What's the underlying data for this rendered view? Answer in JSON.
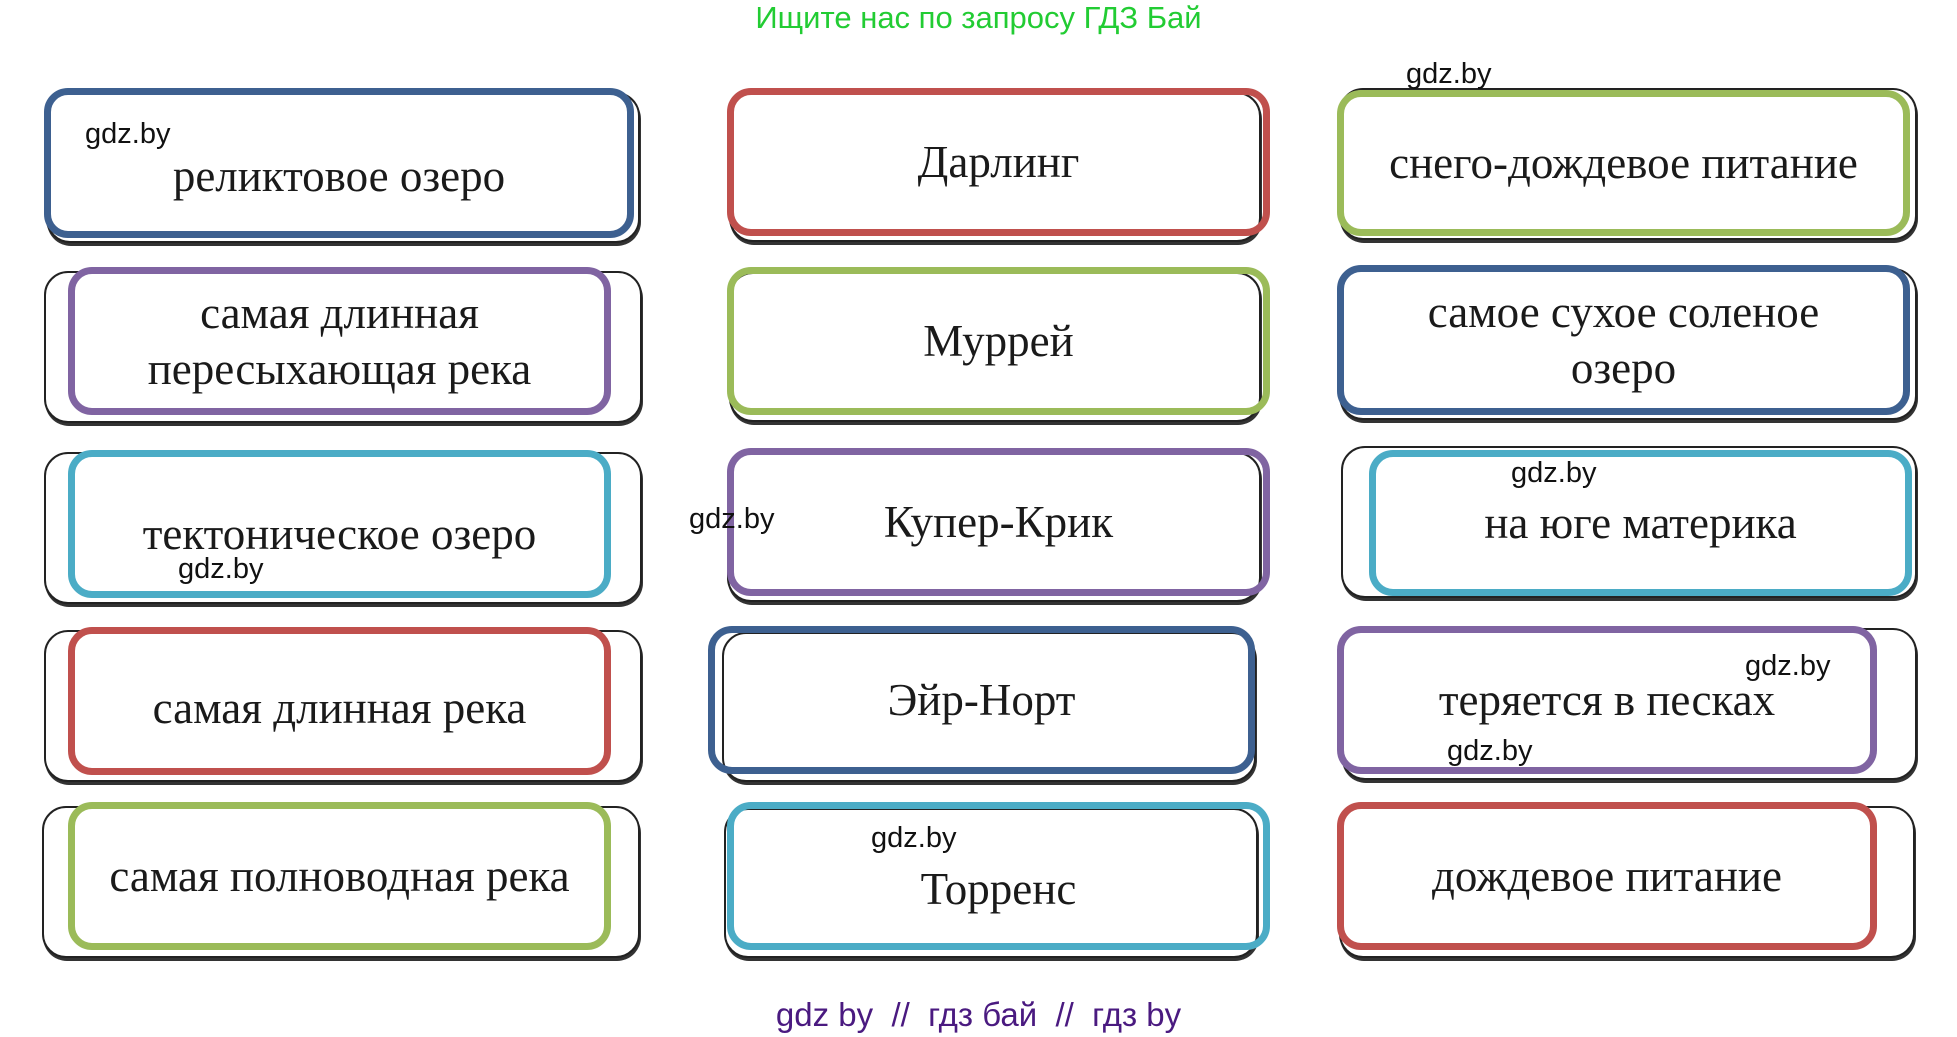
{
  "header": {
    "text": "Ищите нас по запросу ГДЗ Бай",
    "color": "#22cc33"
  },
  "footer": {
    "text": "gdz by  //  гдз бай  //  гдз by",
    "color": "#4a1a80"
  },
  "colors": {
    "blue": "#3d6090",
    "red": "#c0504d",
    "green": "#9bbb59",
    "purple": "#8064a2",
    "cyan": "#4bacc6"
  },
  "cards": [
    {
      "column": 1,
      "row": 1,
      "text": "реликтовое озеро",
      "frame_color": "#3d6090"
    },
    {
      "column": 1,
      "row": 2,
      "text": "самая длинная пересыхающая река",
      "frame_color": "#8064a2"
    },
    {
      "column": 1,
      "row": 3,
      "text": "тектоническое озеро",
      "frame_color": "#4bacc6"
    },
    {
      "column": 1,
      "row": 4,
      "text": "самая длинная река",
      "frame_color": "#c0504d"
    },
    {
      "column": 1,
      "row": 5,
      "text": "самая полноводная река",
      "frame_color": "#9bbb59"
    },
    {
      "column": 2,
      "row": 1,
      "text": "Дарлинг",
      "frame_color": "#c0504d"
    },
    {
      "column": 2,
      "row": 2,
      "text": "Муррей",
      "frame_color": "#9bbb59"
    },
    {
      "column": 2,
      "row": 3,
      "text": "Купер-Крик",
      "frame_color": "#8064a2"
    },
    {
      "column": 2,
      "row": 4,
      "text": "Эйр-Норт",
      "frame_color": "#3d6090"
    },
    {
      "column": 2,
      "row": 5,
      "text": "Торренс",
      "frame_color": "#4bacc6"
    },
    {
      "column": 3,
      "row": 1,
      "text": "снего-дождевое питание",
      "frame_color": "#9bbb59"
    },
    {
      "column": 3,
      "row": 2,
      "text": "самое сухое соленое озеро",
      "frame_color": "#3d6090"
    },
    {
      "column": 3,
      "row": 3,
      "text": "на юге материка",
      "frame_color": "#4bacc6"
    },
    {
      "column": 3,
      "row": 4,
      "text": "теряется в песках",
      "frame_color": "#8064a2"
    },
    {
      "column": 3,
      "row": 5,
      "text": "дождевое питание",
      "frame_color": "#c0504d"
    }
  ],
  "watermarks": [
    {
      "text": "gdz.by"
    },
    {
      "text": "gdz.by"
    },
    {
      "text": "gdz.by"
    },
    {
      "text": "gdz.by"
    },
    {
      "text": "gdz.by"
    },
    {
      "text": "gdz.by"
    },
    {
      "text": "gdz.by"
    },
    {
      "text": "gdz.by"
    }
  ]
}
